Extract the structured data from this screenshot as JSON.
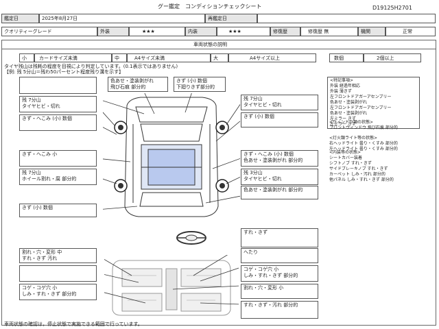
{
  "header": {
    "title": "グー鑑定　コンディションチェックシート",
    "doc_no": "D19125H2701"
  },
  "row1": {
    "date_label": "鑑定日",
    "date_value": "2025年8月27日",
    "recheck_label": "再鑑定日",
    "recheck_value": ""
  },
  "row2": {
    "grade_label": "クオリティーグレード",
    "exterior_label": "外装",
    "exterior_value": "★★★",
    "interior_label": "内装",
    "interior_value": "★★★",
    "repair_label": "修復歴",
    "repair_value": "修復歴 無",
    "mechanism_label": "機関",
    "mechanism_value": "正常"
  },
  "section_title": "車両状態の説明",
  "legend": {
    "small_label": "小",
    "small_value": "カードサイズ未満",
    "medium_label": "中",
    "medium_value": "A4サイズ未満",
    "large_label": "大",
    "large_value": "A4サイズ以上",
    "count_label": "数個",
    "count_value": "2個以上"
  },
  "tire_note_1": "タイヤ残山は残耗の程度を目視により判定しています。(0.1表示ではありません)",
  "tire_note_2": "【例: 残 5分山＝残わ50パーセント程度残り溝を示す】",
  "notes_left": [
    "",
    "残 7分山\nタイヤヒビ・切れ",
    "きず・へこみ (小) 数個",
    "きず・へこみ 小",
    "残 7分山\nホイール割れ・腐 部分的",
    "きず (小) 数個"
  ],
  "notes_top": [
    "色あせ・塗装剥がれ\n飛び石痕 部分的",
    "きず (小) 数個\n下廻りきず部分的"
  ],
  "notes_right": [
    "残 7分山\nタイヤヒビ・切れ",
    "きず (小) 数個",
    "きず・へこみ (小) 数個\n色あせ・塗装剥がれ 部分的",
    "残 3分山\nタイヤヒビ・切れ",
    "色あせ・塗装剥がれ 部分的"
  ],
  "notes_side": [
    "<特記事項>\n外装 経過年相応\n外装 薄きず\n左フロントドアガーアセンブリー\n色あせ・塗装剥がれ\n左フロントドアガーアセンブリー\n色あせ・塗装剥がれ\n左ミラー きず\n左ミラー きず",
    "<ウィンドウ類の状態>\nフロントウィンドウ 飛び石痕 部分的",
    "<灯火類ライト等の状態>\n右ヘッドライト 曇り・くすみ 部分的\n左ヘッドライト 曇り・くすみ 部分的",
    "<内装等の状態>\nシートカバー装着\nシフトノブ すれ・きず\nサイドブレーキノブ すれ・きず\nカーペット しみ・汚れ 部分的\n他パネル しみ・すれ・きず 部分的"
  ],
  "notes_interior_right": [
    "すれ・きず",
    "へたり",
    "コゲ・コゲ穴 小\nしみ・すれ・きず 部分的",
    "割れ・穴・変形 小",
    "すれ・きず・汚れ 部分的"
  ],
  "notes_interior_left": [
    "割れ・穴・変形 中\nすれ・きず 汚れ",
    "",
    "コゲ・コゲ穴 小\nしみ・すれ・きず 部分的"
  ],
  "footer": "車両状態の確認は，停止状態で実施できる範囲で行っています。"
}
